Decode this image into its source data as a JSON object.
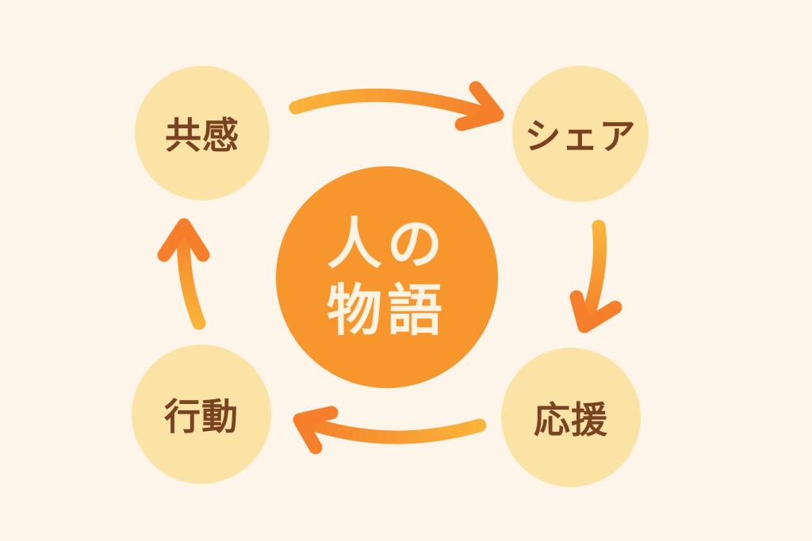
{
  "diagram": {
    "type": "cycle",
    "direction": "clockwise",
    "center": {
      "line1": "人の",
      "line2": "物語",
      "color": "#F7962D",
      "text_color": "#FDF3E3"
    },
    "nodes": [
      {
        "id": "empathy",
        "label": "共感",
        "position": "top-left"
      },
      {
        "id": "share",
        "label": "シェア",
        "position": "top-right"
      },
      {
        "id": "support",
        "label": "応援",
        "position": "bottom-right"
      },
      {
        "id": "action",
        "label": "行動",
        "position": "bottom-left"
      }
    ],
    "edges": [
      {
        "from": "共感",
        "to": "シェア"
      },
      {
        "from": "シェア",
        "to": "応援"
      },
      {
        "from": "応援",
        "to": "行動"
      },
      {
        "from": "行動",
        "to": "共感"
      }
    ],
    "colors": {
      "background": "#FDF5EA",
      "node_fill": "#FBE3A6",
      "node_text": "#7A4220",
      "arrow_start": "#FBB33A",
      "arrow_end": "#F57F2A"
    }
  }
}
